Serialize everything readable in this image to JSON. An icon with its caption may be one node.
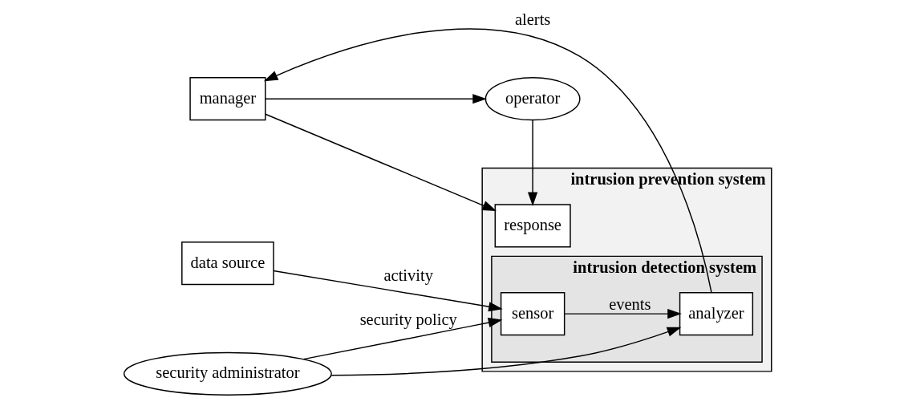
{
  "diagram": {
    "nodes": [
      {
        "text": [
          "intrusion prevention system"
        ]
      },
      {
        "text": [
          "intrusion detection system"
        ],
        "in": 0
      },
      {
        "text": [
          "data source"
        ]
      },
      {
        "text": [
          "sensor"
        ],
        "in": 1
      },
      {
        "text": [
          "analyzer"
        ],
        "in": 1
      },
      {
        "text": [
          "response"
        ],
        "in": 0
      },
      {
        "text": [
          "operator"
        ]
      },
      {
        "text": [
          "security administrator"
        ]
      },
      {
        "text": [
          "manager"
        ]
      }
    ],
    "edges": [
      {
        "from": 2,
        "to": 3,
        "arrow": "to",
        "label": "activity"
      },
      {
        "from": 3,
        "to": 4,
        "arrow": "to",
        "label": "events"
      },
      {
        "from": 7,
        "to": 3,
        "arrow": "to",
        "label": "security policy"
      },
      {
        "from": 7,
        "to": 4,
        "arrow": "to"
      },
      {
        "from": 4,
        "to": 8,
        "arrow": "to",
        "label": "alerts"
      },
      {
        "from": 8,
        "to": 5,
        "arrow": "to"
      },
      {
        "from": 8,
        "to": 6,
        "arrow": "to"
      },
      {
        "from": 6,
        "to": 5,
        "arrow": "to"
      }
    ]
  }
}
